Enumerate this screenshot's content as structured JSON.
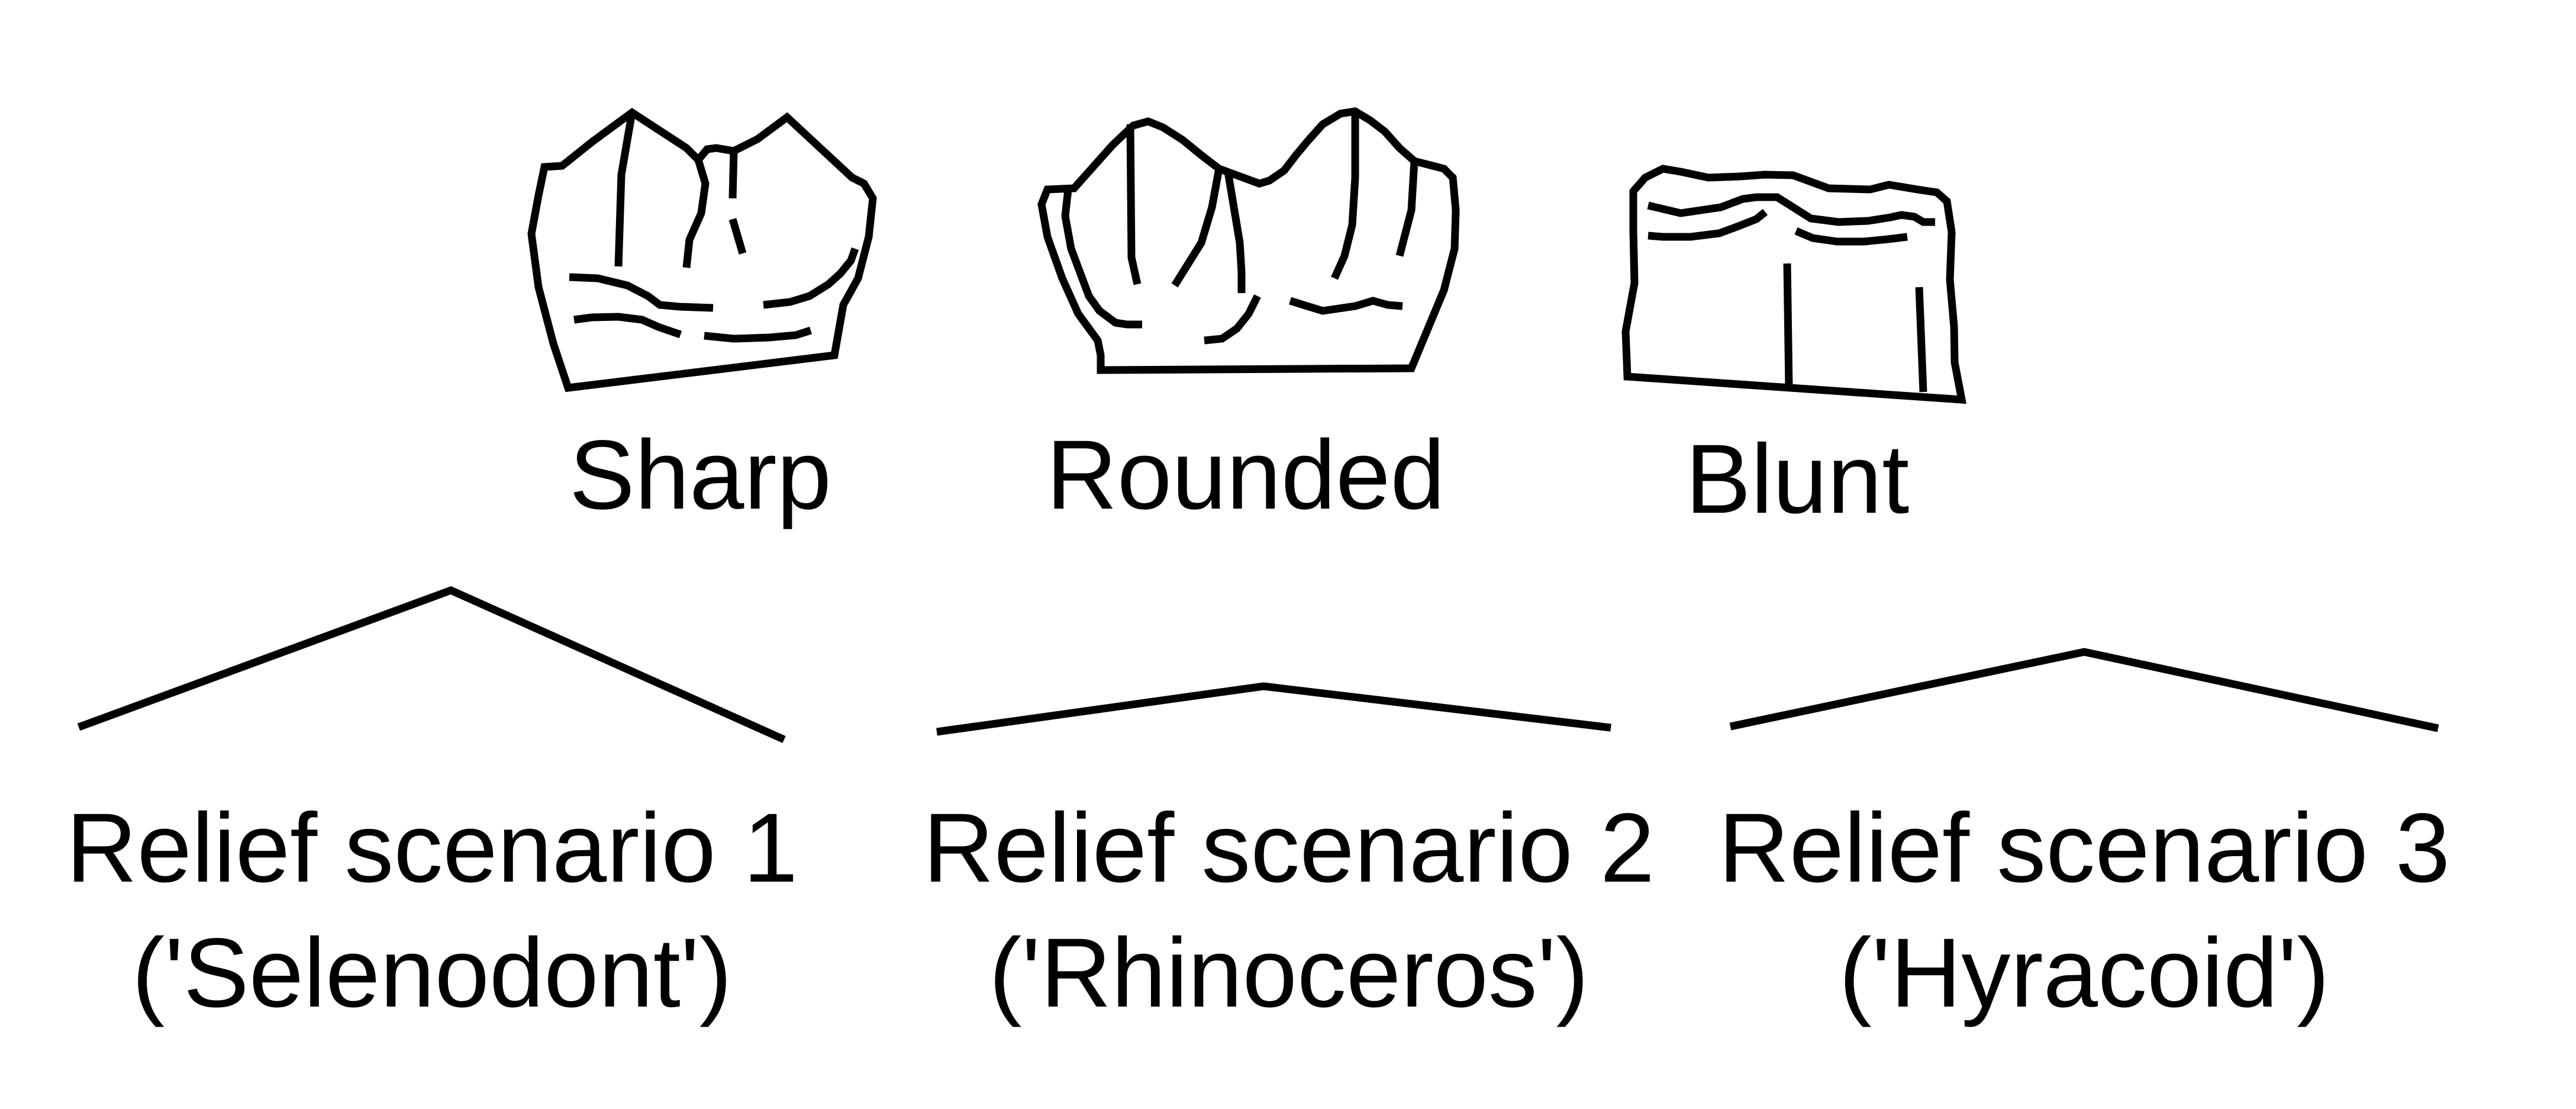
{
  "cusp_shapes": [
    {
      "label": "Sharp"
    },
    {
      "label": "Rounded"
    },
    {
      "label": "Blunt"
    }
  ],
  "scenarios": [
    {
      "title": "Relief scenario 1",
      "subtitle": "('Selenodont')",
      "profile": "peaked"
    },
    {
      "title": "Relief scenario 2",
      "subtitle": "('Rhinoceros')",
      "profile": "low"
    },
    {
      "title": "Relief scenario 3",
      "subtitle": "('Hyracoid')",
      "profile": "moderate"
    }
  ],
  "colors": {
    "stroke": "#000000",
    "background": "#ffffff"
  }
}
